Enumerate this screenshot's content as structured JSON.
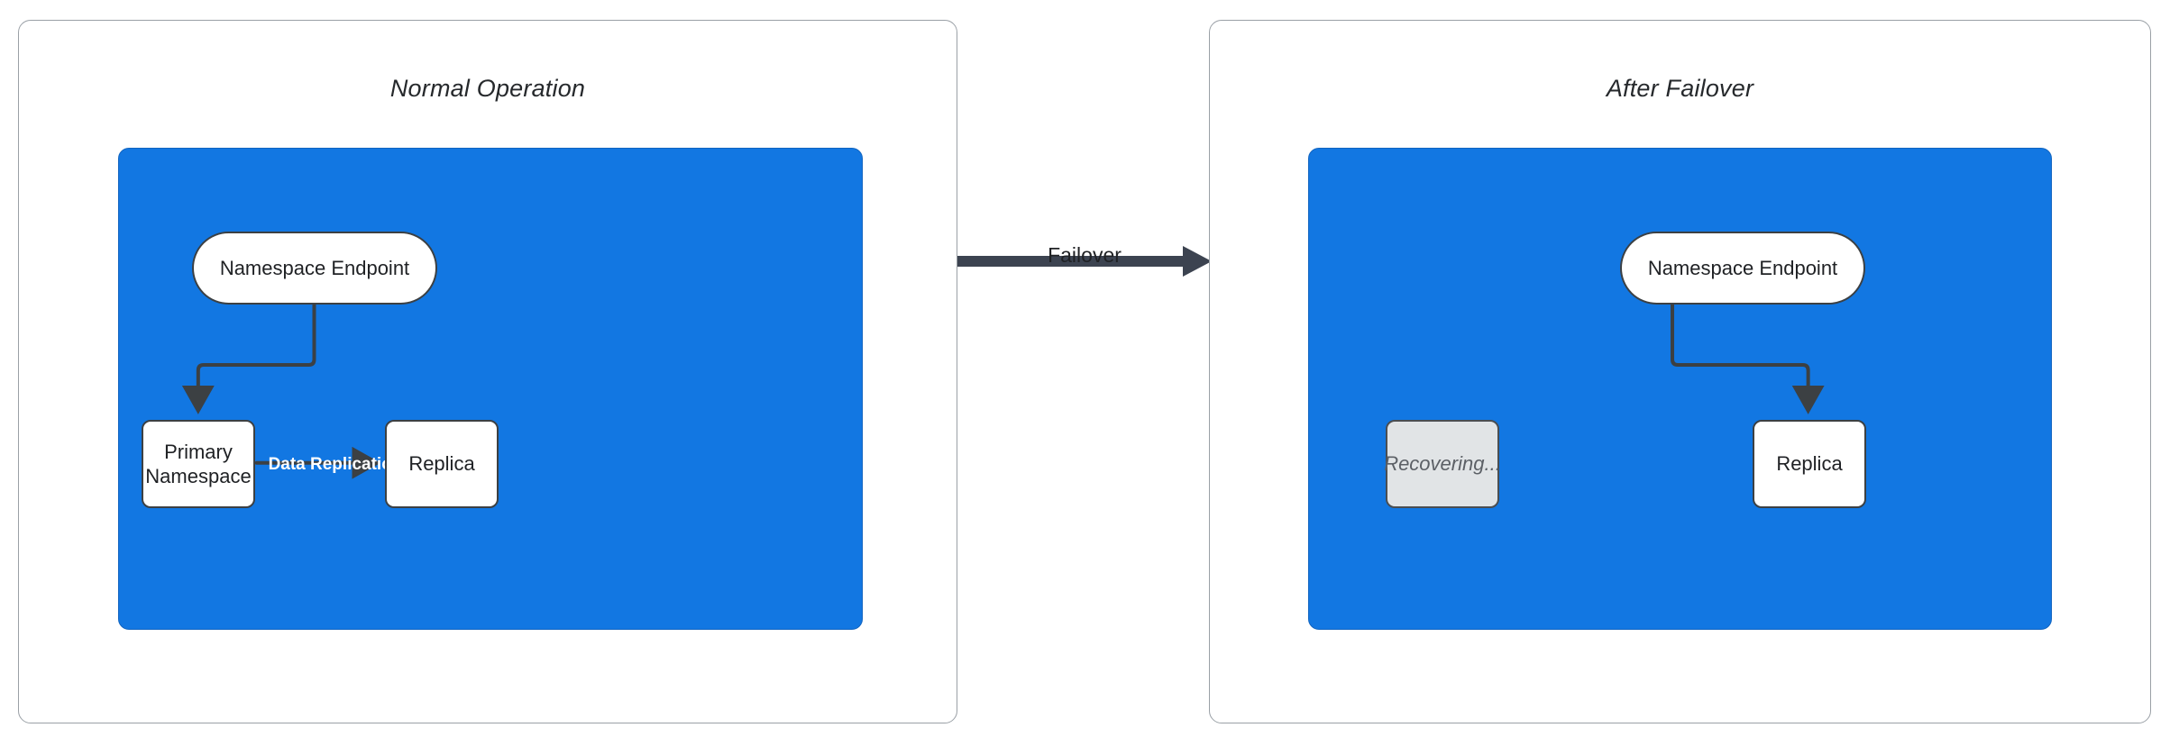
{
  "diagram": {
    "title_left": "Normal Operation",
    "title_right": "After Failover",
    "transition_label": "Failover"
  },
  "panels": {
    "normal": {
      "title": "Normal Operation",
      "nodes": {
        "endpoint": "Namespace Endpoint",
        "primary": "Primary\nNamespace",
        "primary_line1": "Primary",
        "primary_line2": "Namespace",
        "replica": "Replica"
      },
      "edges": {
        "endpoint_to_primary": "",
        "replication": "Data Replication"
      }
    },
    "failover": {
      "title": "After Failover",
      "nodes": {
        "endpoint": "Namespace Endpoint",
        "recovering": "Recovering...",
        "replica": "Replica"
      },
      "edges": {
        "endpoint_to_replica": ""
      }
    }
  },
  "colors": {
    "zone_blue": "#1277e2",
    "node_white": "#ffffff",
    "node_muted": "#e1e4e6",
    "stroke_dark": "#3c4043",
    "panel_border": "#9aa0a6",
    "label_white": "#ffffff",
    "text_dark": "#1f2124"
  }
}
